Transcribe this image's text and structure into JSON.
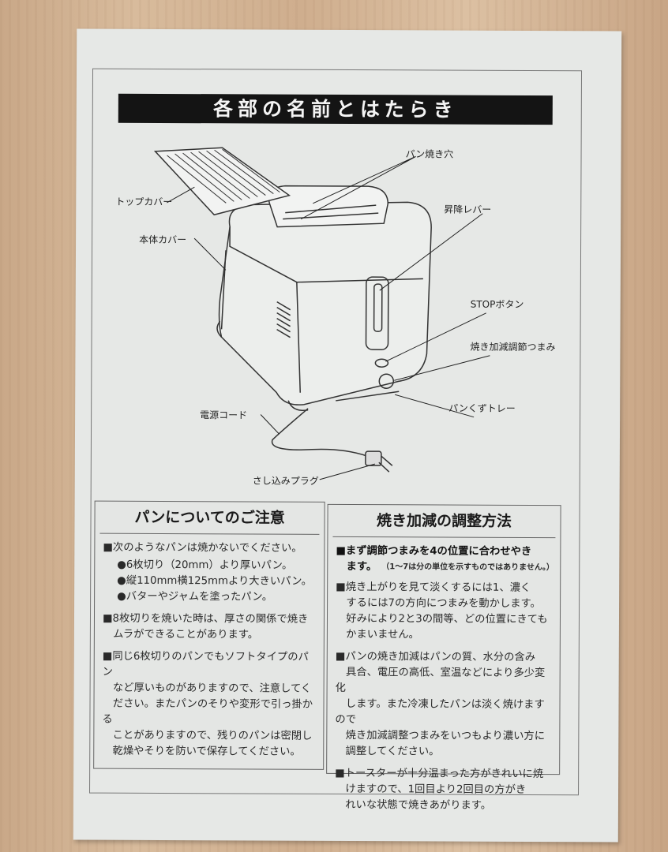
{
  "title": "各部の名前とはたらき",
  "diagram_labels": {
    "bread_slot": "パン焼き穴",
    "top_cover": "トップカバー",
    "lift_lever": "昇降レバー",
    "body_cover": "本体カバー",
    "stop_button": "STOPボタン",
    "browning_knob": "焼き加減調節つまみ",
    "crumb_tray": "パンくずトレー",
    "power_cord": "電源コード",
    "plug": "さし込みプラグ"
  },
  "bread_notes": {
    "heading": "パンについてのご注意",
    "intro": "■次のようなパンは焼かないでください。",
    "items": [
      "●6枚切り（20mm）より厚いパン。\n●縦110mm横125mmより大きいパン。\n●バターやジャムを塗ったパン。"
    ],
    "paragraphs": [
      "■8枚切りを焼いた時は、厚さの関係で焼き\n　ムラができることがあります。",
      "■同じ6枚切りのパンでもソフトタイプのパン\n　など厚いものがありますので、注意してく\n　ださい。またパンのそりや変形で引っ掛かる\n　ことがありますので、残りのパンは密閉し\n　乾燥やそりを防いで保存してください。"
    ]
  },
  "browning_adjustment": {
    "heading": "焼き加減の調整方法",
    "first": "■まず調節つまみを4の位置に合わせやき\n　ます。",
    "first_note": "（1～7は分の単位を示すものではありません。）",
    "paragraphs": [
      "■焼き上がりを見て淡くするには1、濃く\n　するには7の方向につまみを動かします。\n　好みにより2と3の間等、どの位置にきても\n　かまいません。",
      "■パンの焼き加減はパンの質、水分の含み\n　具合、電圧の高低、室温などにより多少変化\n　します。また冷凍したパンは淡く焼けますので\n　焼き加減調整つまみをいつもより濃い方に\n　調整してください。",
      "■トースターが十分温まった方がきれいに焼\n　けますので、1回目より2回目の方がき\n　れいな状態で焼きあがります。"
    ]
  }
}
